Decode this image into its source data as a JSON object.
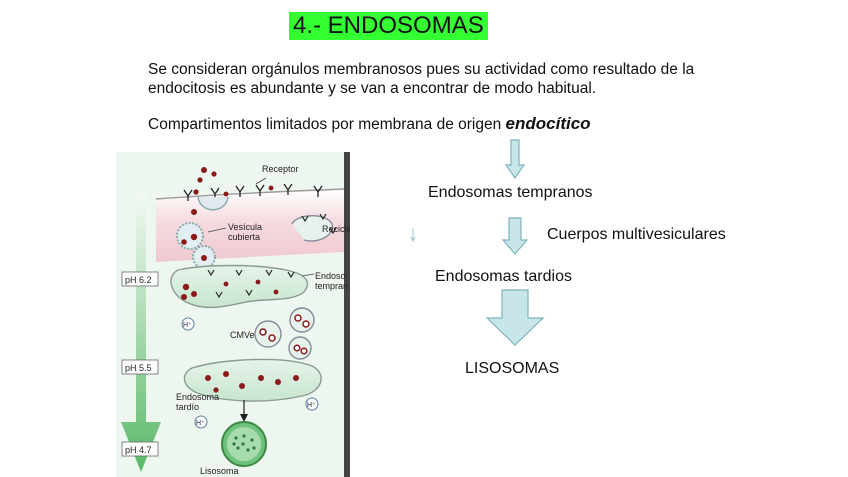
{
  "slide": {
    "title": "4.- ENDOSOMAS",
    "paragraph": "Se consideran orgánulos membranosos pues su actividad como resultado de la endocitosis es abundante y se van a encontrar de modo habitual.",
    "compartments_text": "Compartimentos limitados por membrana de origen",
    "compartments_emphasis": "endocítico"
  },
  "flow": {
    "early": "Endosomas tempranos",
    "multivesicular": "Cuerpos multivesiculares",
    "late": "Endosomas tardios",
    "lysosomes": "LISOSOMAS"
  },
  "figure": {
    "receptor": "Receptor",
    "coated_vesicle_1": "Vesícula",
    "coated_vesicle_2": "cubierta",
    "recycling": "Recicla",
    "early_endosome_1": "Endoso",
    "early_endosome_2": "tempran",
    "cmve": "CMVe",
    "late_endosome_1": "Endosoma",
    "late_endosome_2": "tardío",
    "lysosome": "Lisosoma",
    "hplus": "H⁺",
    "ph_1": "pH 6.2",
    "ph_2": "pH 5.5",
    "ph_3": "pH 4.7"
  },
  "colors": {
    "title_bg": "#33ff33",
    "arrow_fill": "#c8e6ea",
    "arrow_stroke": "#7fb2bd",
    "membrane_pink": "#f2c9d0",
    "cytoplasm_green": "#d8efdf",
    "vesicle_dot": "#8b1a1a"
  }
}
